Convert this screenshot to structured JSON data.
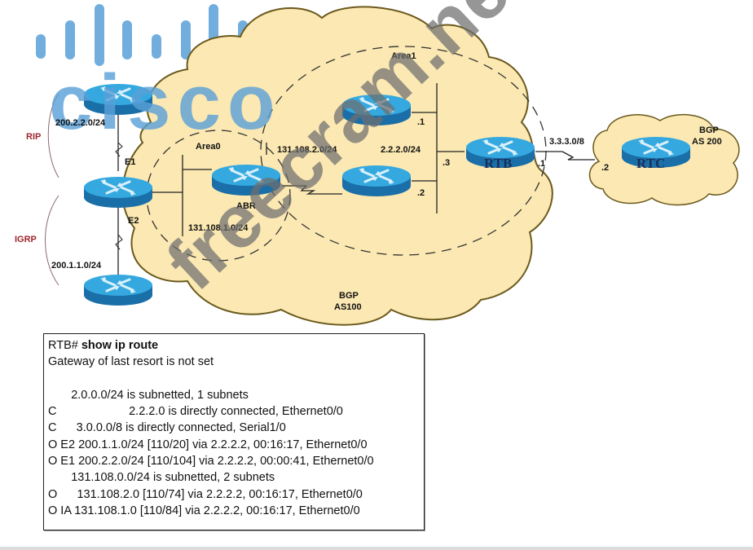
{
  "diagram": {
    "protocols": {
      "rip": "RIP",
      "igrp": "IGRP"
    },
    "areas": {
      "area0": "Area0",
      "area1": "Area1"
    },
    "clouds": {
      "as100": {
        "line1": "BGP",
        "line2": "AS100"
      },
      "as200": {
        "line1": "BGP",
        "line2": "AS 200"
      }
    },
    "routers": {
      "abr": "ABR",
      "rtb": "RTB",
      "rtc": "RTC"
    },
    "networks": {
      "rip_net": "200.2.2.0/24",
      "igrp_net": "200.1.1.0/24",
      "area0_net": "131.108.1.0/24",
      "area1_serial": "131.108.2.0/24",
      "area1_lan": "2.2.2.0/24",
      "bgp_link": "3.3.3.0/8"
    },
    "interfaces": {
      "e1": "E1",
      "e2": "E2"
    },
    "host_ids": {
      "r1": ".1",
      "r2": ".2",
      "rtb_lan": ".3",
      "rtb_serial": ".1",
      "rtc_serial": ".2"
    },
    "colors": {
      "cloud_fill": "#fbe8b2",
      "cloud_stroke": "#6b5a1e",
      "router_top": "#2aa0d8",
      "router_side": "#1a6fa8",
      "cisco_logo": "#5aa0d8"
    }
  },
  "watermarks": {
    "logo_text": "cisco",
    "site_text": "freecram.net"
  },
  "route_output": {
    "prompt": "RTB#",
    "command": "show ip route",
    "lines": [
      "Gateway of last resort is not set",
      "",
      "       2.0.0.0/24 is subnetted, 1 subnets",
      "C                      2.2.2.0 is directly connected, Ethernet0/0",
      "C      3.0.0.0/8 is directly connected, Serial1/0",
      "O E2 200.1.1.0/24 [110/20] via 2.2.2.2, 00:16:17, Ethernet0/0",
      "O E1 200.2.2.0/24 [110/104] via 2.2.2.2, 00:00:41, Ethernet0/0",
      "       131.108.0.0/24 is subnetted, 2 subnets",
      "O      131.108.2.0 [110/74] via 2.2.2.2, 00:16:17, Ethernet0/0",
      "O IA 131.108.1.0 [110/84] via 2.2.2.2, 00:16:17, Ethernet0/0"
    ]
  }
}
